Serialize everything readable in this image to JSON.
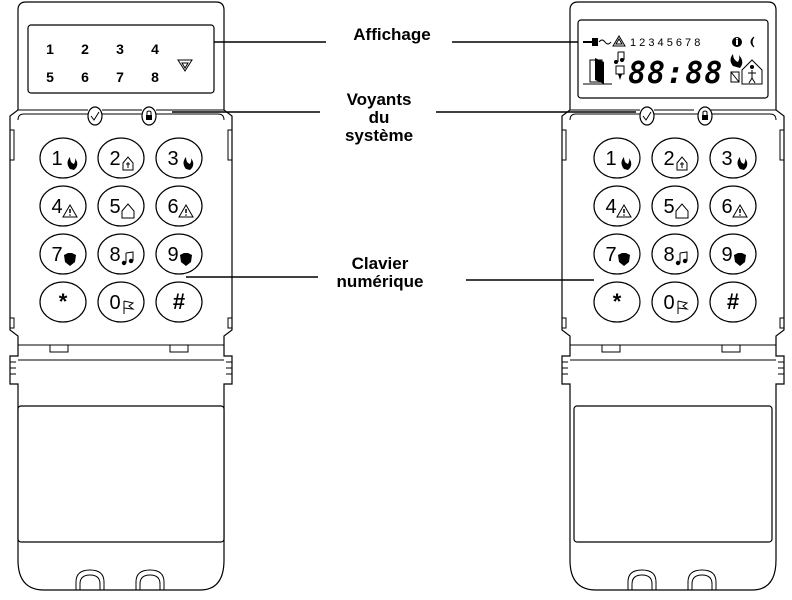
{
  "callouts": {
    "display": "Affichage",
    "lights": [
      "Voyants",
      "du",
      "système"
    ],
    "keypad": [
      "Clavier",
      "numérique"
    ]
  },
  "left_keypad": {
    "zone_numbers": [
      "1",
      "2",
      "3",
      "4",
      "5",
      "6",
      "7",
      "8"
    ]
  },
  "right_keypad": {
    "lcd_zone_numbers": "1 2 3 4 5 6 7 8",
    "lcd_clock": "88:88"
  },
  "keys": [
    {
      "label": "1",
      "icon": "fire-icon"
    },
    {
      "label": "2",
      "icon": "house-person-icon"
    },
    {
      "label": "3",
      "icon": "fire-icon"
    },
    {
      "label": "4",
      "icon": "warning-icon"
    },
    {
      "label": "5",
      "icon": "house-icon"
    },
    {
      "label": "6",
      "icon": "warning-icon"
    },
    {
      "label": "7",
      "icon": "police-badge-icon"
    },
    {
      "label": "8",
      "icon": "music-note-icon"
    },
    {
      "label": "9",
      "icon": "police-badge-icon"
    },
    {
      "label": "*",
      "icon": ""
    },
    {
      "label": "0",
      "icon": "flag-icon"
    },
    {
      "label": "#",
      "icon": ""
    }
  ],
  "status_lights": [
    {
      "icon": "checkmark-icon"
    },
    {
      "icon": "lock-icon"
    }
  ]
}
